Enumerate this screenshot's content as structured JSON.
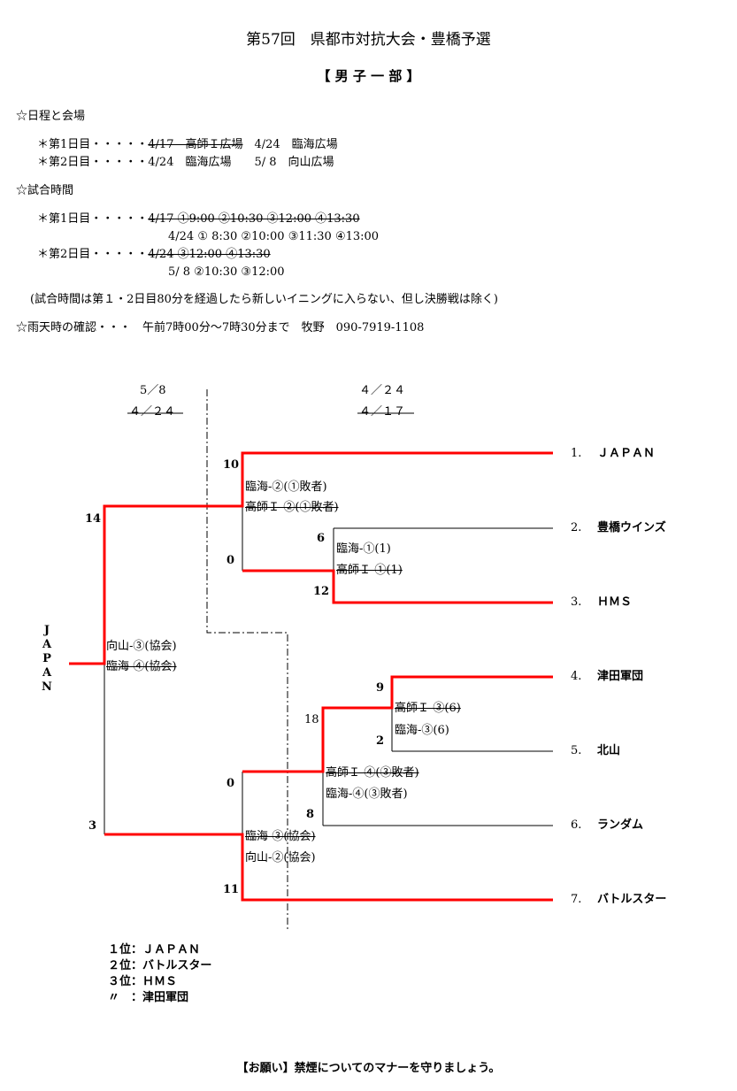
{
  "title": "第57回　県都市対抗大会・豊橋予選",
  "subtitle": "【 男 子 一 部 】",
  "schedule": {
    "heading": "☆日程と会場",
    "day1_label": "＊第1日目・・・・・",
    "day1_struck": "4/17　高師Ｉ広場",
    "day1_value": "　4/24　臨海広場",
    "day2_label": "＊第2日目・・・・・",
    "day2_value": "4/24　臨海広場　　5/ 8　向山広場"
  },
  "times": {
    "heading": "☆試合時間",
    "day1_label": "＊第1日目・・・・・",
    "day1_struck": "4/17 ①9:00 ②10:30 ③12:00 ④13:30",
    "day1_value": "4/24 ① 8:30 ②10:00 ③11:30 ④13:00",
    "day2_label": "＊第2日目・・・・・",
    "day2_struck": "4/24 ③12:00 ④13:30",
    "day2_value": "5/ 8 ②10:30 ③12:00",
    "note": "(試合時間は第１・2日目80分を経過したら新しいイニングに入らない、但し決勝戦は除く)"
  },
  "rain": "☆雨天時の確認・・・　午前7時00分～7時30分まで　牧野　090-7919-1108",
  "bracket": {
    "round_left_date": "5／8",
    "round_left_struck": "４／２４",
    "round_right_date": "４／２４",
    "round_right_struck": "４／１７",
    "champion_vertical": [
      "J",
      "A",
      "P",
      "A",
      "N"
    ],
    "teams": [
      {
        "seed": "1.",
        "name": "ＪＡＰＡＮ"
      },
      {
        "seed": "2.",
        "name": "豊橋ウインズ"
      },
      {
        "seed": "3.",
        "name": "ＨＭＳ"
      },
      {
        "seed": "4.",
        "name": "津田軍団"
      },
      {
        "seed": "5.",
        "name": "北山"
      },
      {
        "seed": "6.",
        "name": "ランダム"
      },
      {
        "seed": "7.",
        "name": "バトルスター"
      }
    ],
    "matches": {
      "a": {
        "line1": "臨海-①(1)",
        "line2_struck": "高師Ｉ-①(1)",
        "score_top": "6",
        "score_bottom": "12"
      },
      "b": {
        "line1": "臨海-②(①敗者)",
        "line2_struck": "高師Ｉ-②(①敗者)",
        "score_top": "10",
        "score_bottom": "0"
      },
      "c": {
        "line1_struck": "高師Ｉ-③(6)",
        "line2": "臨海-③(6)",
        "score_top": "9",
        "score_bottom": "2"
      },
      "d": {
        "line1_struck": "高師Ｉ-④(③敗者)",
        "line2": "臨海-④(③敗者)",
        "score_top": "18",
        "score_bottom": "8"
      },
      "e": {
        "line1_struck": "臨海-③(協会)",
        "line2": "向山-②(協会)",
        "score_top": "0",
        "score_bottom": "11"
      },
      "final": {
        "line1": "向山-③(協会)",
        "line2_struck": "臨海-④(協会)",
        "score_top": "14",
        "score_bottom": "3"
      }
    },
    "colors": {
      "win": "#ff0000",
      "line": "#000000"
    }
  },
  "results": [
    "１位：ＪＡＰＡＮ",
    "２位：バトルスター",
    "３位：ＨＭＳ",
    "〃　：津田軍団"
  ],
  "footer": "【お願い】禁煙についてのマナーを守りましょう。"
}
